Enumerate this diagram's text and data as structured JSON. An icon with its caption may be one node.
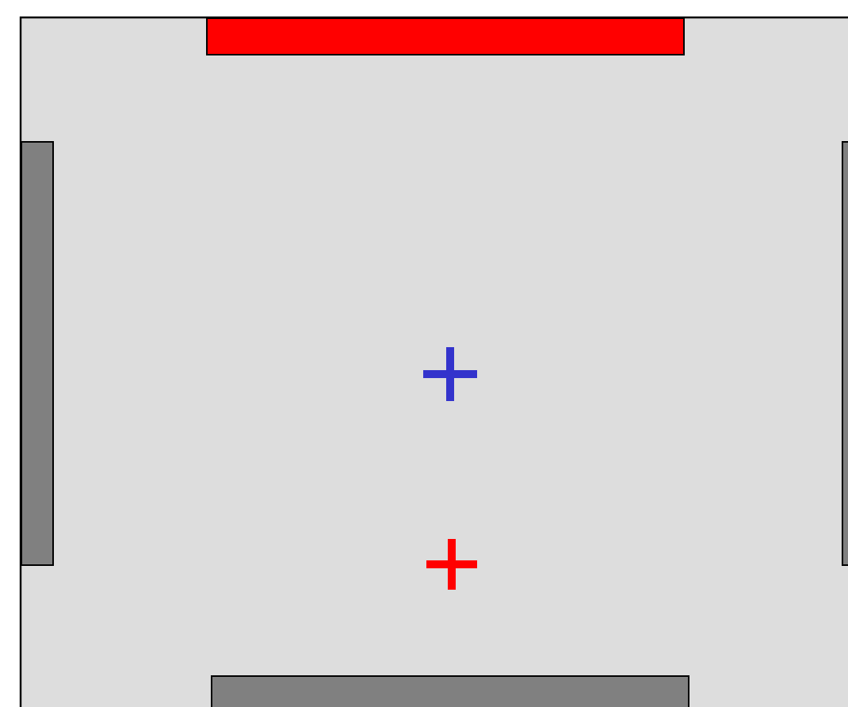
{
  "diagram": {
    "nodes": [
      {
        "text": [],
        "shape": "bar"
      },
      {
        "text": [],
        "shape": "bar"
      },
      {
        "text": [],
        "shape": "bar"
      },
      {
        "text": [],
        "shape": "bar"
      }
    ],
    "edges": []
  }
}
